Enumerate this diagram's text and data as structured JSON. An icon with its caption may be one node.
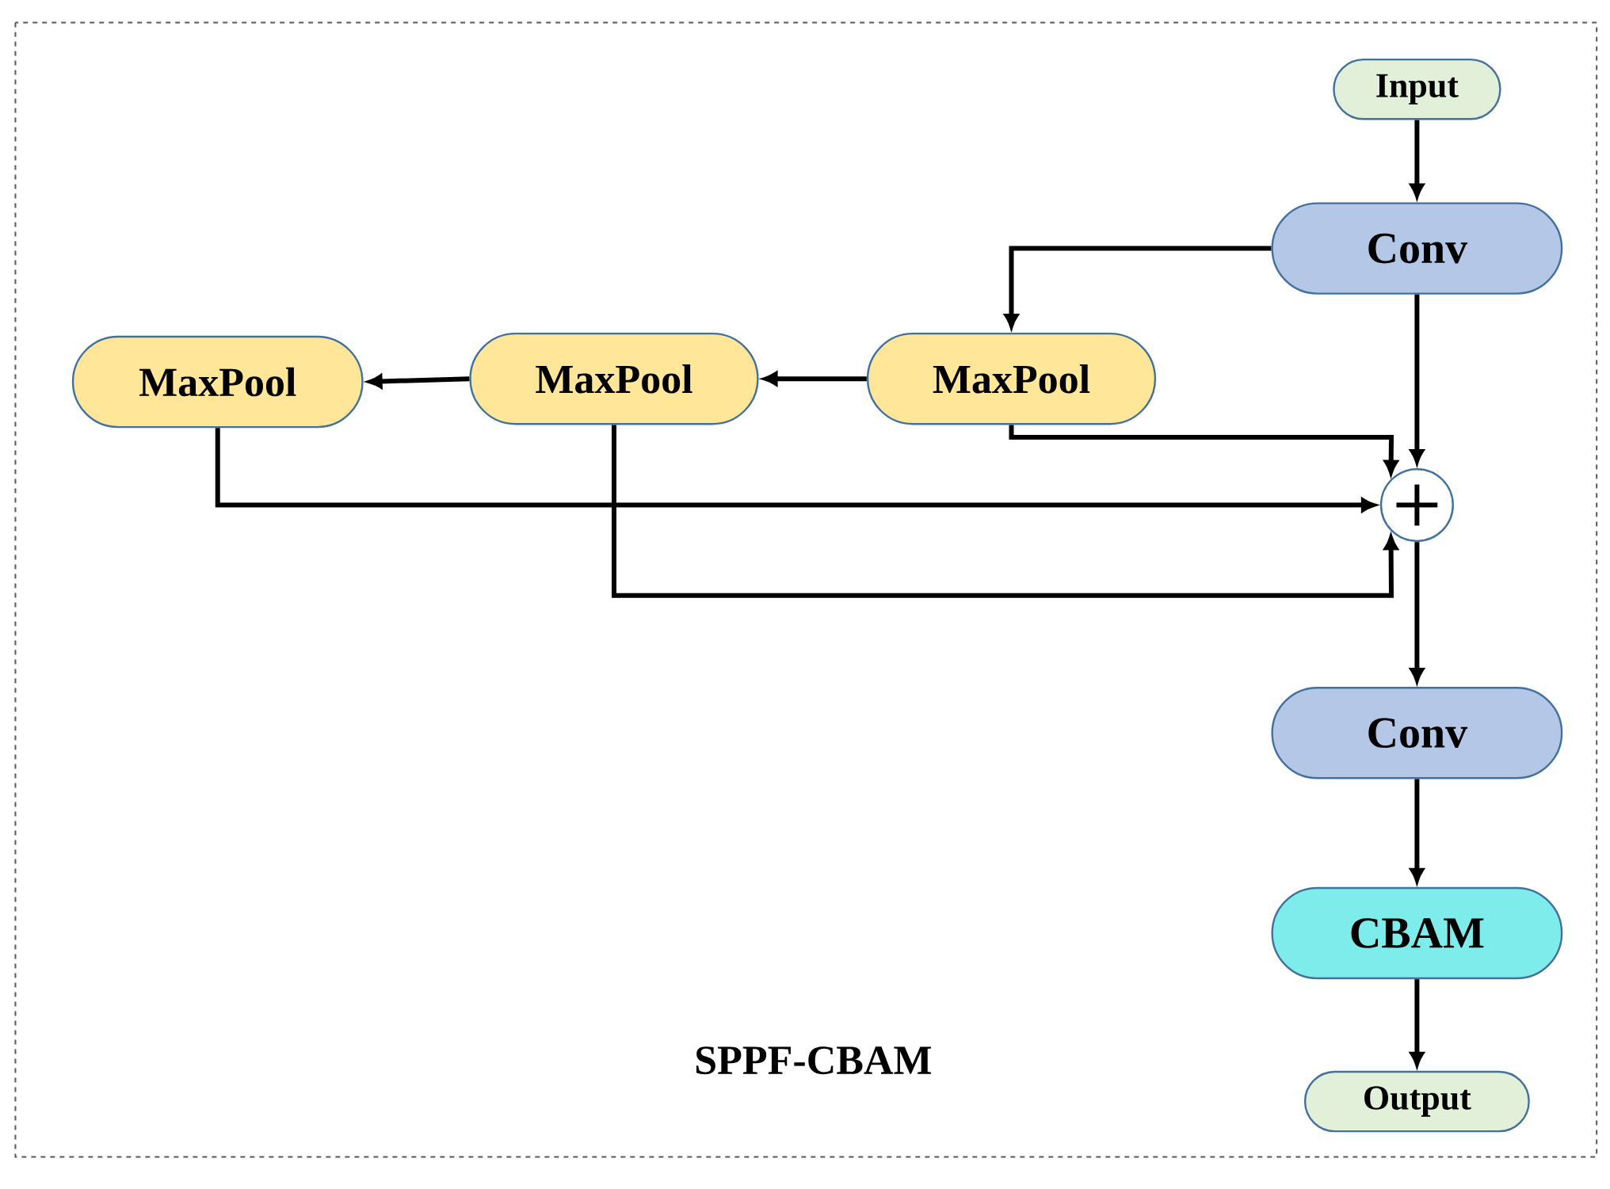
{
  "diagram": {
    "caption": "SPPF-CBAM",
    "nodes": [
      {
        "text": [
          "Input"
        ]
      },
      {
        "text": [
          "Conv"
        ]
      },
      {
        "text": [
          "MaxPool"
        ]
      },
      {
        "text": [
          "MaxPool"
        ]
      },
      {
        "text": [
          "MaxPool"
        ]
      },
      {
        "text": [],
        "shape": "circle"
      },
      {
        "text": [
          "Conv"
        ]
      },
      {
        "text": [
          "CBAM"
        ]
      },
      {
        "text": [
          "Output"
        ]
      }
    ],
    "edges": [
      {
        "from": 0,
        "to": 1,
        "arrow": "to"
      },
      {
        "from": 1,
        "to": 2,
        "arrow": "to"
      },
      {
        "from": 2,
        "to": 3,
        "arrow": "to"
      },
      {
        "from": 3,
        "to": 4,
        "arrow": "to"
      },
      {
        "from": 1,
        "to": 5,
        "arrow": "to"
      },
      {
        "from": 2,
        "to": 5,
        "arrow": "to"
      },
      {
        "from": 4,
        "to": 5,
        "arrow": "to"
      },
      {
        "from": 3,
        "to": 5,
        "arrow": "to"
      },
      {
        "from": 5,
        "to": 6,
        "arrow": "to"
      },
      {
        "from": 6,
        "to": 7,
        "arrow": "to"
      },
      {
        "from": 7,
        "to": 8,
        "arrow": "to"
      }
    ]
  }
}
